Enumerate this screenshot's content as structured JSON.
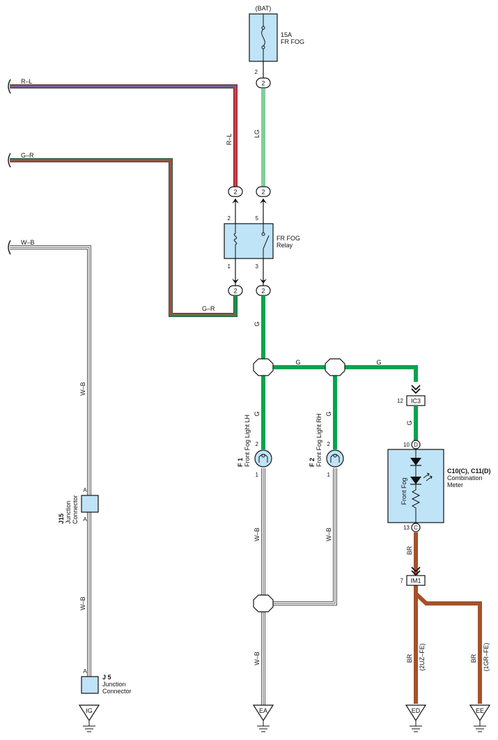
{
  "colors": {
    "red": "#e8262b",
    "blue": "#3b7fd1",
    "green": "#00a54f",
    "light_green": "#7fcf9a",
    "brown": "#a6512a",
    "component_fill": "#bfe3f7",
    "wire_outline": "#444444"
  },
  "fuse": {
    "source": "(BAT)",
    "rating": "15A",
    "name": "FR FOG",
    "pin": "2"
  },
  "wires": {
    "r_l": "R–L",
    "g_r": "G–R",
    "w_b": "W–B",
    "lg": "LG",
    "g": "G",
    "br": "BR"
  },
  "connectors": {
    "c2": "2"
  },
  "relay": {
    "name": "FR FOG",
    "name2": "Relay",
    "pin2": "2",
    "pin5": "5",
    "pin1": "1",
    "pin3": "3"
  },
  "ic3": {
    "pin": "12",
    "label": "IC3"
  },
  "im1": {
    "pin": "7",
    "label": "IM1"
  },
  "meter": {
    "code": "C10(C), C11(D)",
    "name": "Combination",
    "name2": "Meter",
    "inner_label": "Front Fog",
    "pin_d_num": "10",
    "pin_d": "D",
    "pin_c_num": "13",
    "pin_c": "C"
  },
  "lamp_lh": {
    "code": "F 1",
    "name": "Front Fog Light LH",
    "pin_top": "2",
    "pin_bottom": "1"
  },
  "lamp_rh": {
    "code": "F 2",
    "name": "Front Fog Light RH",
    "pin_top": "2",
    "pin_bottom": "1"
  },
  "j15": {
    "code": "J15",
    "name": "Junction",
    "name2": "Connector",
    "pin": "A"
  },
  "j5": {
    "code": "J 5",
    "name": "Junction",
    "name2": "Connector",
    "pin": "A"
  },
  "grounds": {
    "ig": "IG",
    "ea": "EA",
    "ed": "ED",
    "ee": "EE"
  },
  "variants": {
    "v2uz": "(2UZ–FE)",
    "v1gr": "(1GR–FE)"
  },
  "icons": [
    "fuse-icon",
    "relay-coil-icon",
    "relay-switch-icon",
    "bulb-icon",
    "led-icon",
    "resistor-icon",
    "ground-icon",
    "splice-icon",
    "connector-arrow-icon",
    "wire-break-icon"
  ]
}
